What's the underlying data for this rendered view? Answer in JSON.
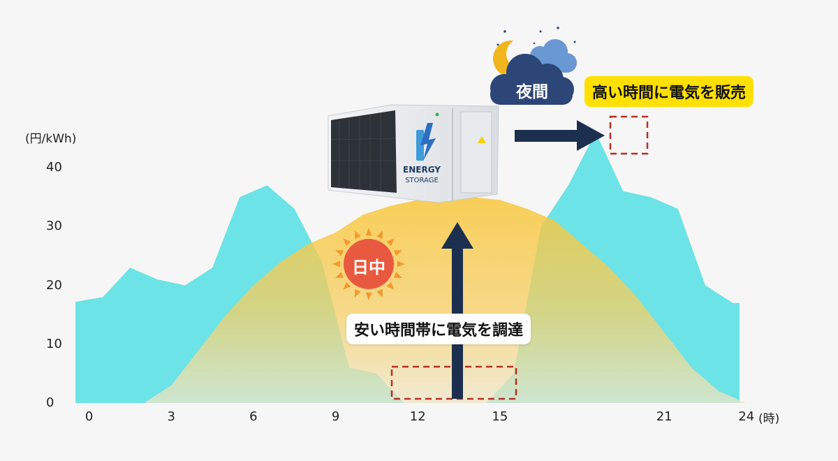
{
  "chart_data": {
    "type": "area",
    "ylabel": "(円/kWh)",
    "xlabel": "(時)",
    "ylim": [
      0,
      40
    ],
    "xlim": [
      -0.5,
      23.75
    ],
    "yticks": [
      0,
      10,
      20,
      30,
      40
    ],
    "xticks": [
      0,
      3,
      6,
      9,
      12,
      15,
      21,
      24
    ],
    "series": [
      {
        "kind": "price",
        "color": "#6ce3e6",
        "x": [
          -0.5,
          0.5,
          1.5,
          2.5,
          3.5,
          4.5,
          5.5,
          6.5,
          7.5,
          8.5,
          9.5,
          10.5,
          11.5,
          12.5,
          13.5,
          14.5,
          15.5,
          16.5,
          17.5,
          18.5,
          19.5,
          20.5,
          21.5,
          22.5,
          23.5,
          23.75
        ],
        "y": [
          17.2,
          18,
          23,
          21,
          20,
          23,
          35,
          37,
          33,
          24,
          6,
          5,
          0,
          0,
          0,
          0,
          5,
          30,
          37,
          46,
          36,
          35,
          33,
          20,
          17,
          17
        ]
      },
      {
        "kind": "solar",
        "color": "#f7c22b",
        "x": [
          2,
          3,
          4,
          5,
          6,
          7,
          8,
          9,
          10,
          11,
          12,
          13,
          14,
          15,
          16,
          17,
          18,
          19,
          20,
          21,
          22,
          23,
          24
        ],
        "y": [
          0,
          3,
          9,
          15,
          20,
          24,
          27,
          29,
          32,
          33.5,
          34.5,
          35,
          35,
          34.5,
          33,
          31,
          27,
          23,
          18,
          12,
          6,
          2,
          0
        ]
      }
    ]
  },
  "labels": {
    "daytime": "日中",
    "night": "夜間",
    "buy": "安い時間帯に電気を調達",
    "sell": "高い時間に電気を販売",
    "energy_line1": "ENERGY",
    "energy_line2": "STORAGE"
  },
  "colors": {
    "arrow": "#1d2f4f",
    "highlight": "#ffe000",
    "dashed": "#b82e22",
    "sun": "#e9593f",
    "sun_rays": "#f29a2e",
    "moon": "#f1b51d",
    "cloud_dark": "#2c4678",
    "cloud_light": "#6a98d3"
  }
}
